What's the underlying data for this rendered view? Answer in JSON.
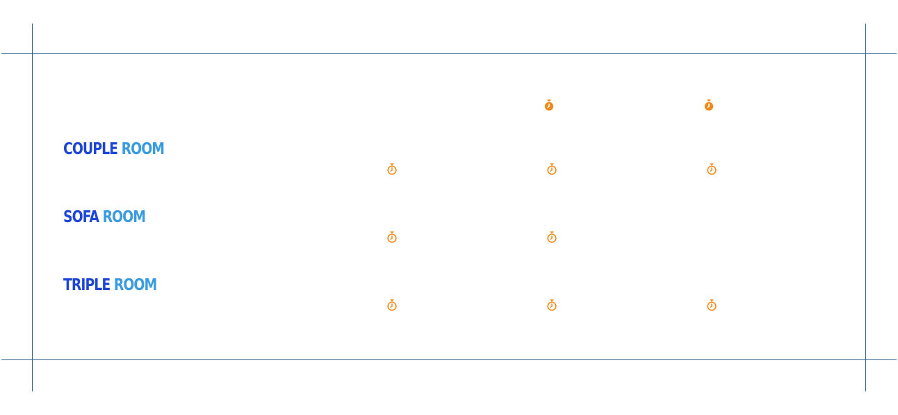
{
  "colors": {
    "guide_line": "#2a5a8f",
    "title_primary": "#1e46d6",
    "title_secondary": "#3a9be0",
    "timer_accent": "#f08a1c"
  },
  "header_timers": [
    {
      "icon": "stopwatch-filled-icon",
      "style": "filled"
    },
    {
      "icon": "stopwatch-filled-icon",
      "style": "filled"
    }
  ],
  "rooms": [
    {
      "word1": "COUPLE",
      "word2": "ROOM",
      "slots": [
        {
          "icon": "stopwatch-outline-icon",
          "style": "outline"
        },
        {
          "icon": "stopwatch-outline-icon",
          "style": "outline"
        },
        {
          "icon": "stopwatch-outline-icon",
          "style": "outline"
        }
      ]
    },
    {
      "word1": "SOFA",
      "word2": "ROOM",
      "slots": [
        {
          "icon": "stopwatch-outline-icon",
          "style": "outline"
        },
        {
          "icon": "stopwatch-outline-icon",
          "style": "outline"
        }
      ]
    },
    {
      "word1": "TRIPLE",
      "word2": "ROOM",
      "slots": [
        {
          "icon": "stopwatch-outline-icon",
          "style": "outline"
        },
        {
          "icon": "stopwatch-outline-icon",
          "style": "outline"
        },
        {
          "icon": "stopwatch-outline-icon",
          "style": "outline"
        }
      ]
    }
  ]
}
